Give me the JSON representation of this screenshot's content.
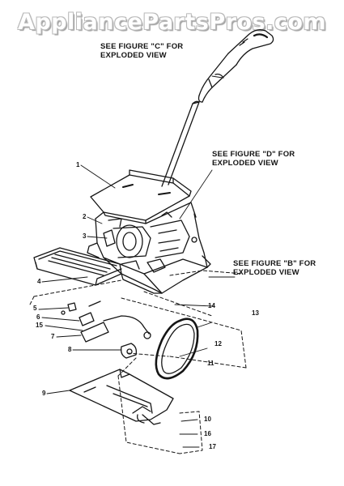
{
  "watermark": "AppliancePartsPros.com",
  "notes": {
    "fig_c_line1": "SEE FIGURE \"C\" FOR",
    "fig_c_line2": "EXPLODED VIEW",
    "fig_d_line1": "SEE FIGURE \"D\" FOR",
    "fig_d_line2": "EXPLODED VIEW",
    "fig_b_line1": "SEE FIGURE \"B\" FOR",
    "fig_b_line2": "EXPLODED VIEW"
  },
  "callouts": [
    "1",
    "2",
    "3",
    "4",
    "5",
    "6",
    "15",
    "7",
    "8",
    "9",
    "10",
    "16",
    "17",
    "11",
    "12",
    "13",
    "14"
  ],
  "colors": {
    "ink": "#151515",
    "watermark_outline": "#b9b9b9",
    "background": "#ffffff"
  }
}
